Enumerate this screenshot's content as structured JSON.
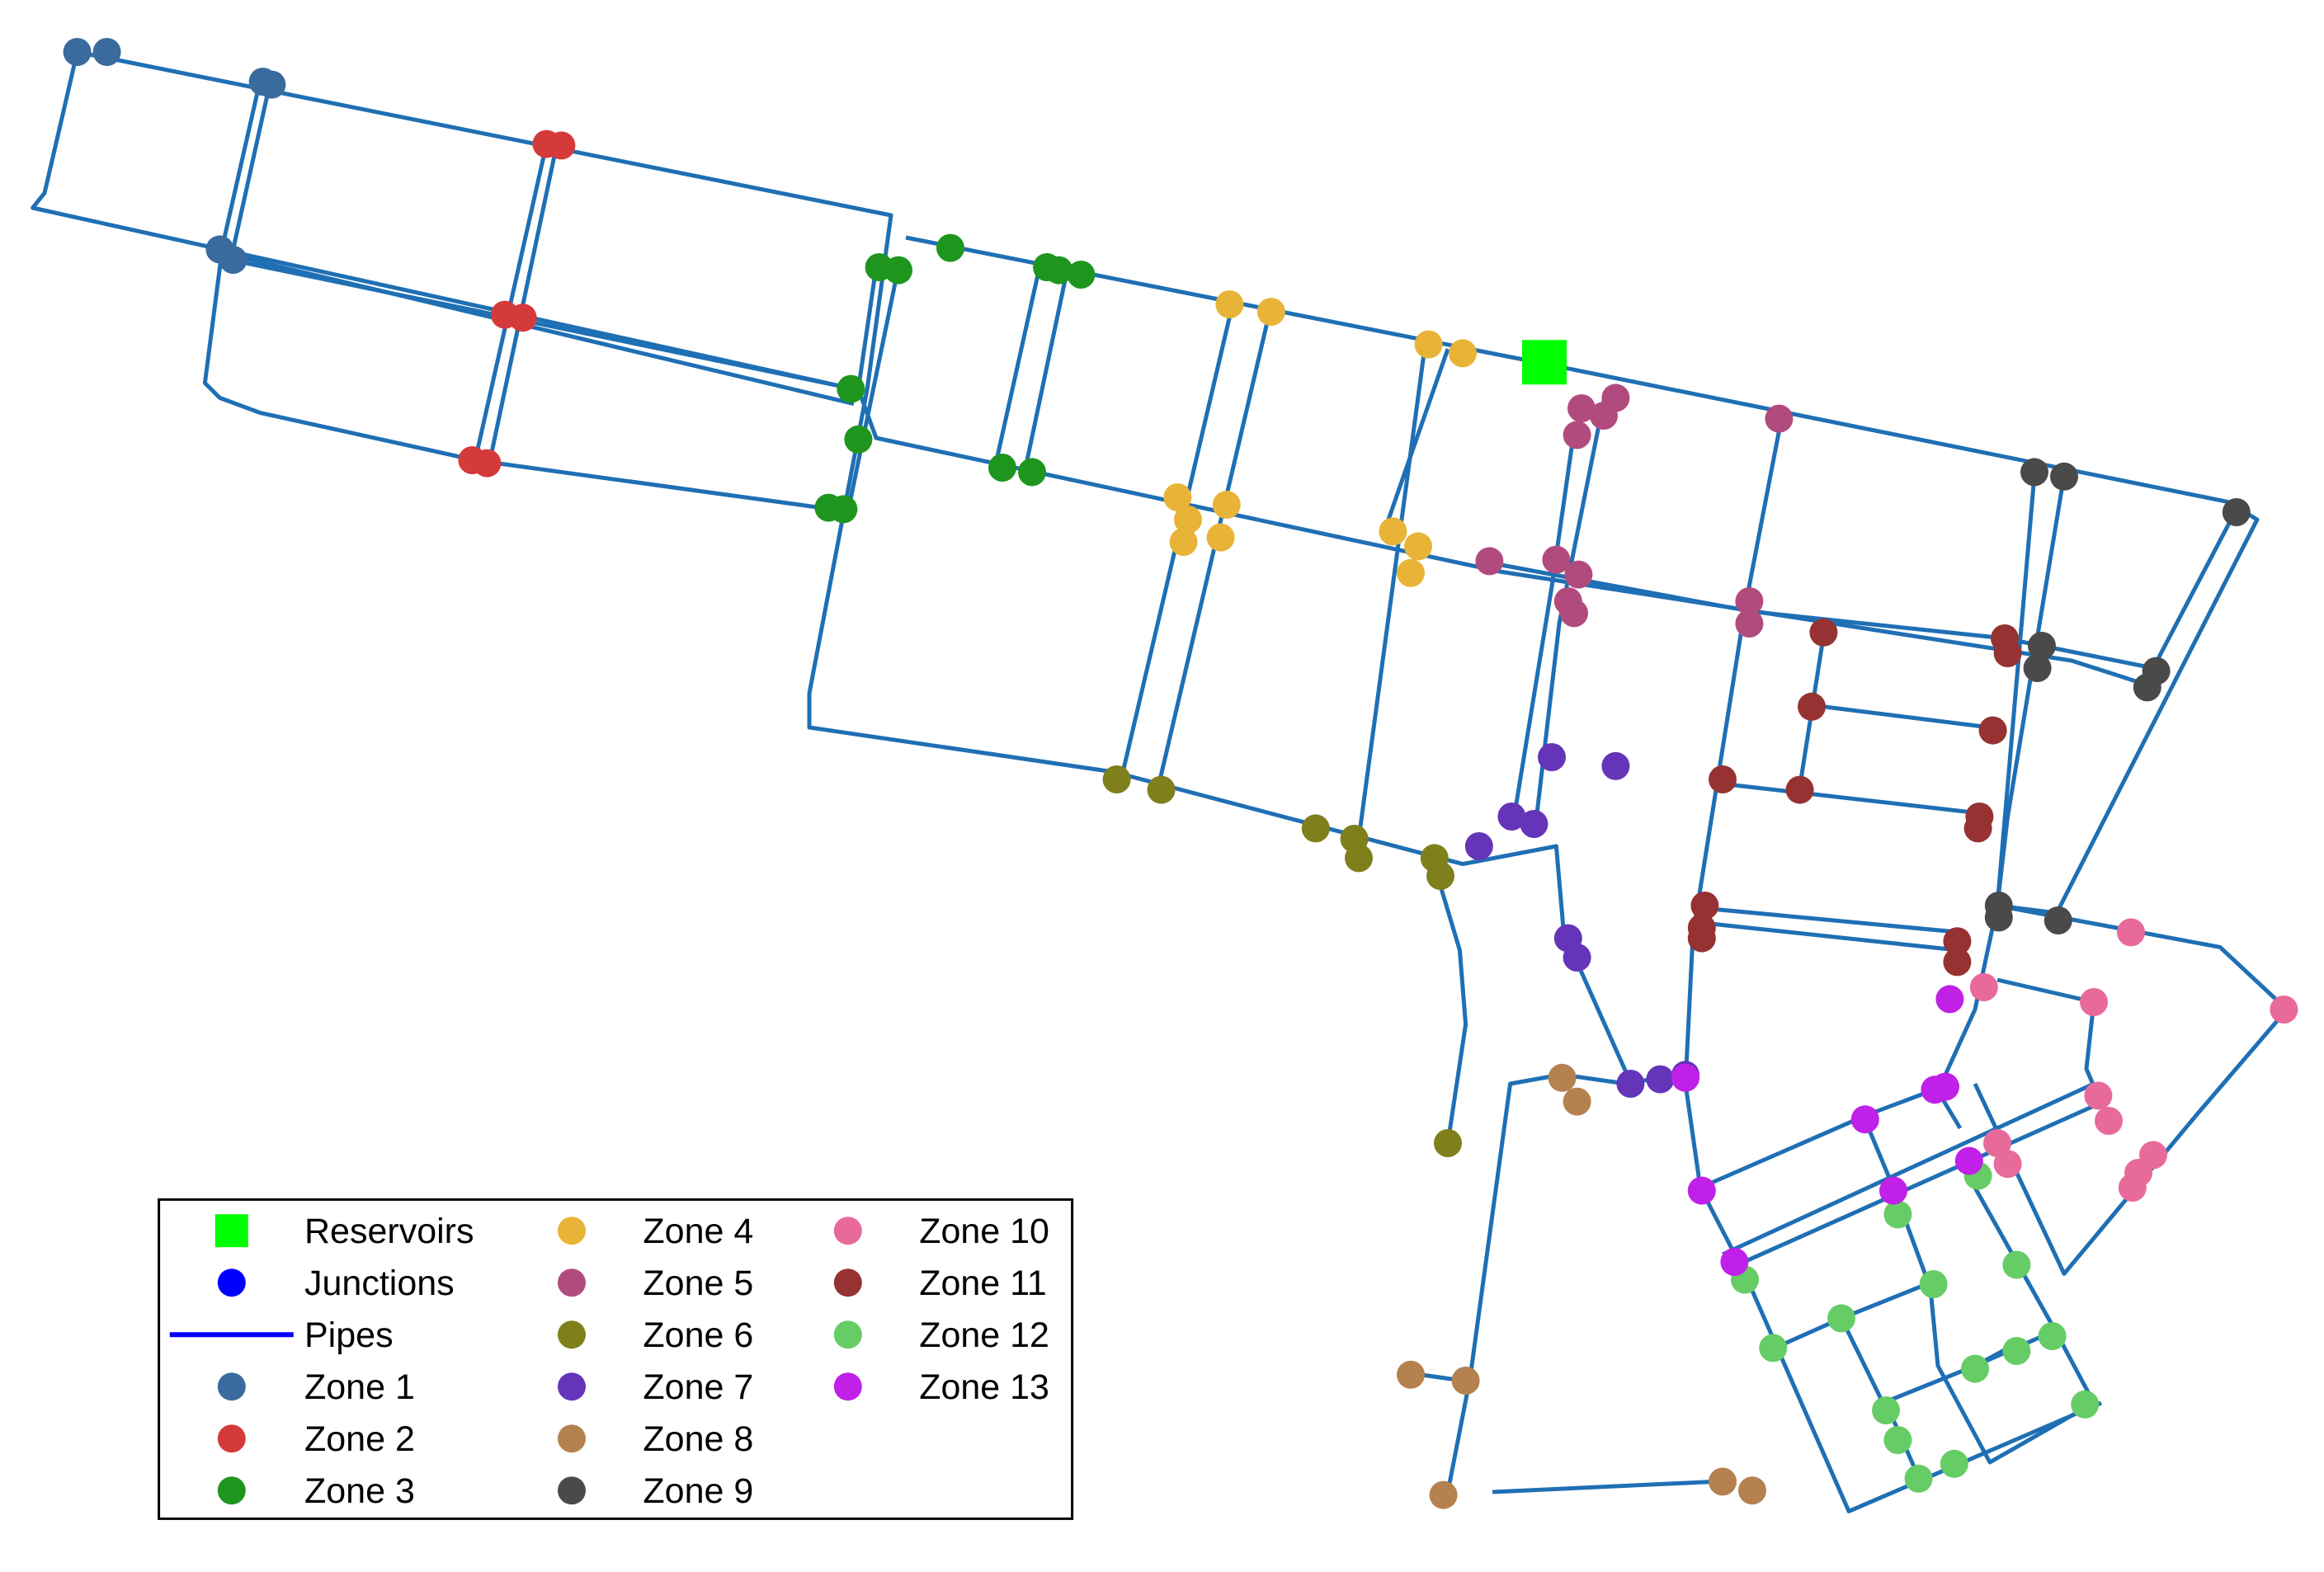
{
  "legend": {
    "items": [
      {
        "label": "Reservoirs",
        "kind": "square",
        "color": "#00ff00"
      },
      {
        "label": "Junctions",
        "kind": "dot",
        "color": "#0000ff"
      },
      {
        "label": "Pipes",
        "kind": "line",
        "color": "#0000ff"
      },
      {
        "label": "Zone 1",
        "kind": "dot",
        "color": "#3a6b9e"
      },
      {
        "label": "Zone 2",
        "kind": "dot",
        "color": "#d53a3a"
      },
      {
        "label": "Zone 3",
        "kind": "dot",
        "color": "#1e961e"
      },
      {
        "label": "Zone 4",
        "kind": "dot",
        "color": "#e8b437"
      },
      {
        "label": "Zone 5",
        "kind": "dot",
        "color": "#b24b7d"
      },
      {
        "label": "Zone 6",
        "kind": "dot",
        "color": "#7f7f1c"
      },
      {
        "label": "Zone 7",
        "kind": "dot",
        "color": "#6435b8"
      },
      {
        "label": "Zone 8",
        "kind": "dot",
        "color": "#b5814f"
      },
      {
        "label": "Zone 9",
        "kind": "dot",
        "color": "#4a4a4a"
      },
      {
        "label": "Zone 10",
        "kind": "dot",
        "color": "#e86a9b"
      },
      {
        "label": "Zone 11",
        "kind": "dot",
        "color": "#963232"
      },
      {
        "label": "Zone 12",
        "kind": "dot",
        "color": "#66cc66"
      },
      {
        "label": "Zone 13",
        "kind": "dot",
        "color": "#c020e8"
      }
    ]
  },
  "pipe_color": "#1f6fb4"
}
